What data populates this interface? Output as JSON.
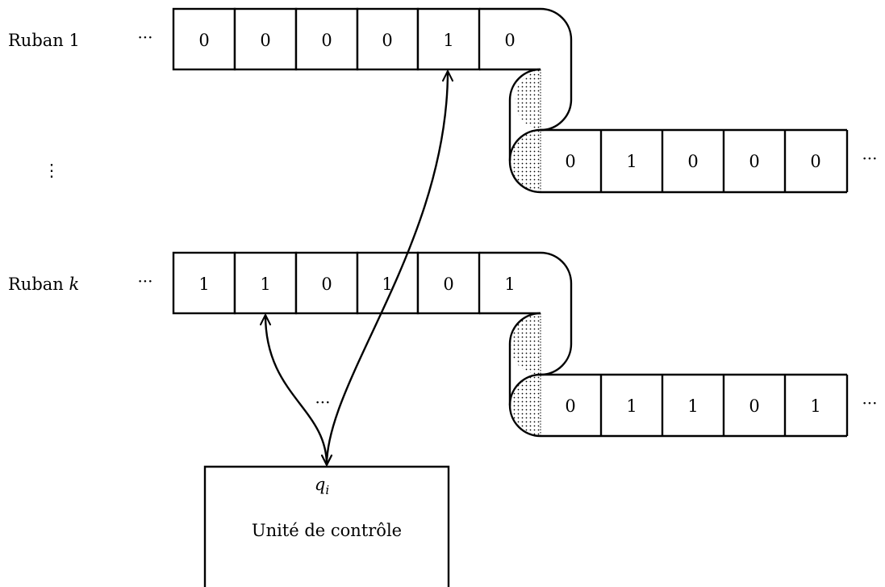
{
  "labels": {
    "tape1_prefix": "Ruban 1",
    "tapek_prefix": "Ruban ",
    "tapek_var": "k",
    "vertical_dots": "⋮",
    "left_ellipsis": "···",
    "right_ellipsis": "···",
    "middle_ellipsis": "···",
    "state_q": "q",
    "state_sub": "i",
    "control_unit": "Unité de contrôle"
  },
  "tapes": [
    {
      "name": "Ruban 1",
      "upper": [
        "0",
        "0",
        "0",
        "0",
        "1",
        "0"
      ],
      "lower": [
        "0",
        "1",
        "0",
        "0",
        "0"
      ],
      "head_upper_index": 4
    },
    {
      "name": "Ruban k",
      "upper": [
        "1",
        "1",
        "0",
        "1",
        "0",
        "1"
      ],
      "lower": [
        "0",
        "1",
        "1",
        "0",
        "1"
      ],
      "head_upper_index": 1
    }
  ]
}
